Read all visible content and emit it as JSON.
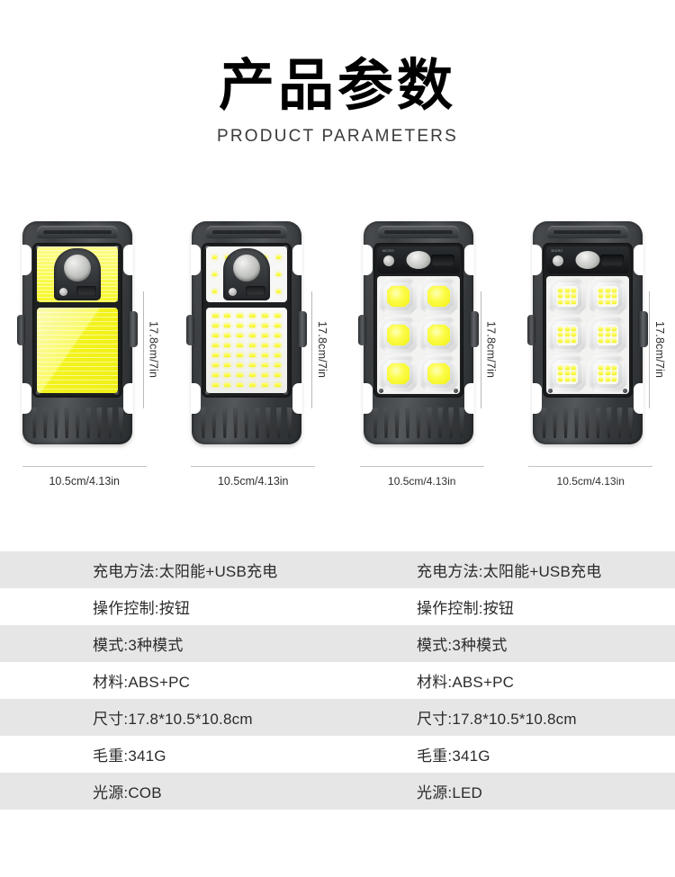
{
  "header": {
    "title_cn": "产品参数",
    "title_en": "PRODUCT PARAMETERS"
  },
  "products": [
    {
      "id": "product-1",
      "light_type": "COB",
      "panel_style": "cob-panel",
      "height_label": "17.8cm/7in",
      "width_label": "10.5cm/4.13in",
      "sensor": "pir-dome",
      "colors": {
        "led": "#f2f215",
        "body": "#3a3d40"
      }
    },
    {
      "id": "product-2",
      "light_type": "SMD LED",
      "panel_style": "smd-panel",
      "height_label": "17.8cm/7in",
      "width_label": "10.5cm/4.13in",
      "sensor": "pir-dome",
      "colors": {
        "led": "#f3f320",
        "body": "#3a3d40"
      }
    },
    {
      "id": "product-3",
      "light_type": "COB modules",
      "panel_style": "module-cob",
      "height_label": "17.8cm/7in",
      "width_label": "10.5cm/4.13in",
      "sensor": "pir-oval",
      "control_label": "MICRO",
      "module_count": 6,
      "colors": {
        "led": "#f2f212",
        "body": "#3a3d40"
      }
    },
    {
      "id": "product-4",
      "light_type": "LED modules",
      "panel_style": "module-led",
      "height_label": "17.8cm/7in",
      "width_label": "10.5cm/4.13in",
      "sensor": "pir-oval",
      "control_label": "MICRO",
      "module_count": 6,
      "chips_per_module": 9,
      "colors": {
        "led": "#f2f21e",
        "body": "#3a3d40"
      }
    }
  ],
  "spec_table": {
    "left_column": [
      "充电方法:太阳能+USB充电",
      "操作控制:按钮",
      "模式:3种模式",
      "材料:ABS+PC",
      "尺寸:17.8*10.5*10.8cm",
      "毛重:341G",
      "光源:COB"
    ],
    "right_column": [
      "充电方法:太阳能+USB充电",
      "操作控制:按钮",
      "模式:3种模式",
      "材料:ABS+PC",
      "尺寸:17.8*10.5*10.8cm",
      "毛重:341G",
      "光源:LED"
    ]
  }
}
